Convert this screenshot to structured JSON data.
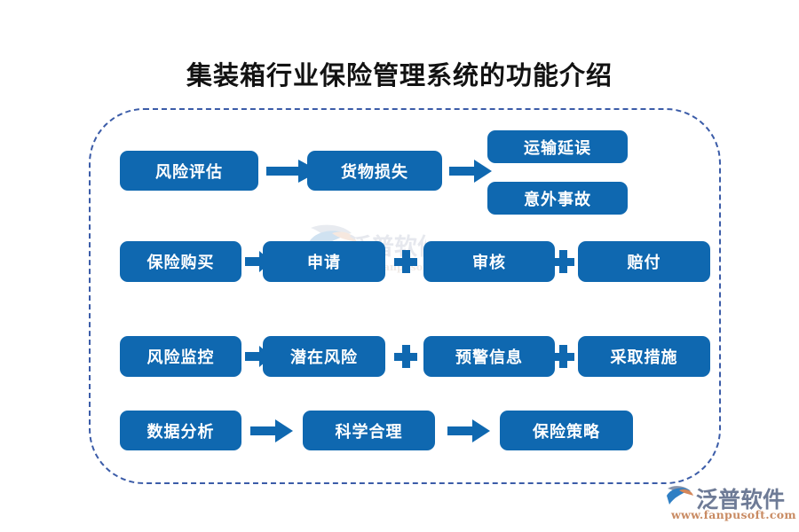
{
  "page": {
    "title": "集装箱行业保险管理系统的功能介绍",
    "accent_color": "#0F68B0",
    "frame_border_color": "#3b5ca8",
    "background_color": "#ffffff"
  },
  "diagram": {
    "rows": [
      {
        "id": "row-risk-assessment",
        "nodes": [
          {
            "id": "node-risk-assessment",
            "label": "风险评估"
          },
          {
            "id": "node-cargo-loss",
            "label": "货物损失"
          },
          {
            "id": "node-transport-delay",
            "label": "运输延误"
          },
          {
            "id": "node-accident",
            "label": "意外事故"
          }
        ],
        "connectors": [
          "arrow",
          "arrow"
        ]
      },
      {
        "id": "row-insurance-purchase",
        "nodes": [
          {
            "id": "node-insurance-purchase",
            "label": "保险购买"
          },
          {
            "id": "node-application",
            "label": "申请"
          },
          {
            "id": "node-review",
            "label": "审核"
          },
          {
            "id": "node-compensation",
            "label": "赔付"
          }
        ],
        "connectors": [
          "arrow",
          "plus",
          "plus"
        ]
      },
      {
        "id": "row-risk-monitoring",
        "nodes": [
          {
            "id": "node-risk-monitoring",
            "label": "风险监控"
          },
          {
            "id": "node-potential-risk",
            "label": "潜在风险"
          },
          {
            "id": "node-warning-info",
            "label": "预警信息"
          },
          {
            "id": "node-take-measures",
            "label": "采取措施"
          }
        ],
        "connectors": [
          "arrow",
          "plus",
          "plus"
        ]
      },
      {
        "id": "row-data-analysis",
        "nodes": [
          {
            "id": "node-data-analysis",
            "label": "数据分析"
          },
          {
            "id": "node-scientific-reasonable",
            "label": "科学合理"
          },
          {
            "id": "node-insurance-strategy",
            "label": "保险策略"
          }
        ],
        "connectors": [
          "arrow",
          "arrow"
        ]
      }
    ]
  },
  "brand": {
    "name": "泛普软件",
    "url": "www.fanpusoft.com",
    "name_color": "#6E7B96",
    "url_color": "#C98B63",
    "mark_icon": "fanpu-logo-icon"
  },
  "watermark": {
    "icon": "fanpu-watermark-icon"
  }
}
